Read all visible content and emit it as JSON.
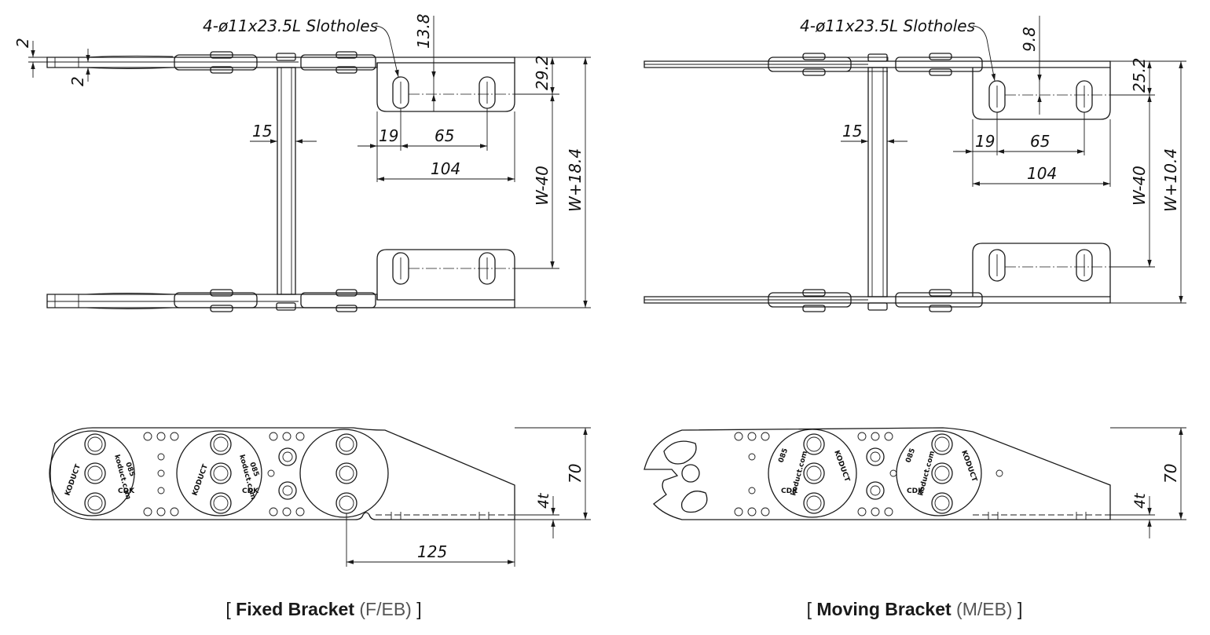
{
  "fixed": {
    "slot_label": "4-ø11x23.5L Slotholes",
    "dims": {
      "t_top": "2",
      "t_bot": "2",
      "slot_offset": "13.8",
      "edge": "29.2",
      "pin": "15",
      "d19": "19",
      "d65": "65",
      "d104": "104",
      "w_minus": "W-40",
      "w_plus": "W+18.4",
      "h70": "70",
      "t4": "4t",
      "d125": "125"
    },
    "caption": {
      "open": "[ ",
      "bold": "Fixed Bracket",
      "light": " (F/EB) ",
      "close": "]"
    }
  },
  "moving": {
    "slot_label": "4-ø11x23.5L Slotholes",
    "dims": {
      "slot_offset": "9.8",
      "edge": "25.2",
      "pin": "15",
      "d19": "19",
      "d65": "65",
      "d104": "104",
      "w_minus": "W-40",
      "w_plus": "W+10.4",
      "h70": "70",
      "t4": "4t"
    },
    "caption": {
      "open": "[ ",
      "bold": "Moving Bracket",
      "light": " (M/EB) ",
      "close": "]"
    }
  },
  "link_marks": {
    "brand": "KODUCT",
    "brand_small": "koduct.com",
    "code": "CDK",
    "size": "085"
  }
}
